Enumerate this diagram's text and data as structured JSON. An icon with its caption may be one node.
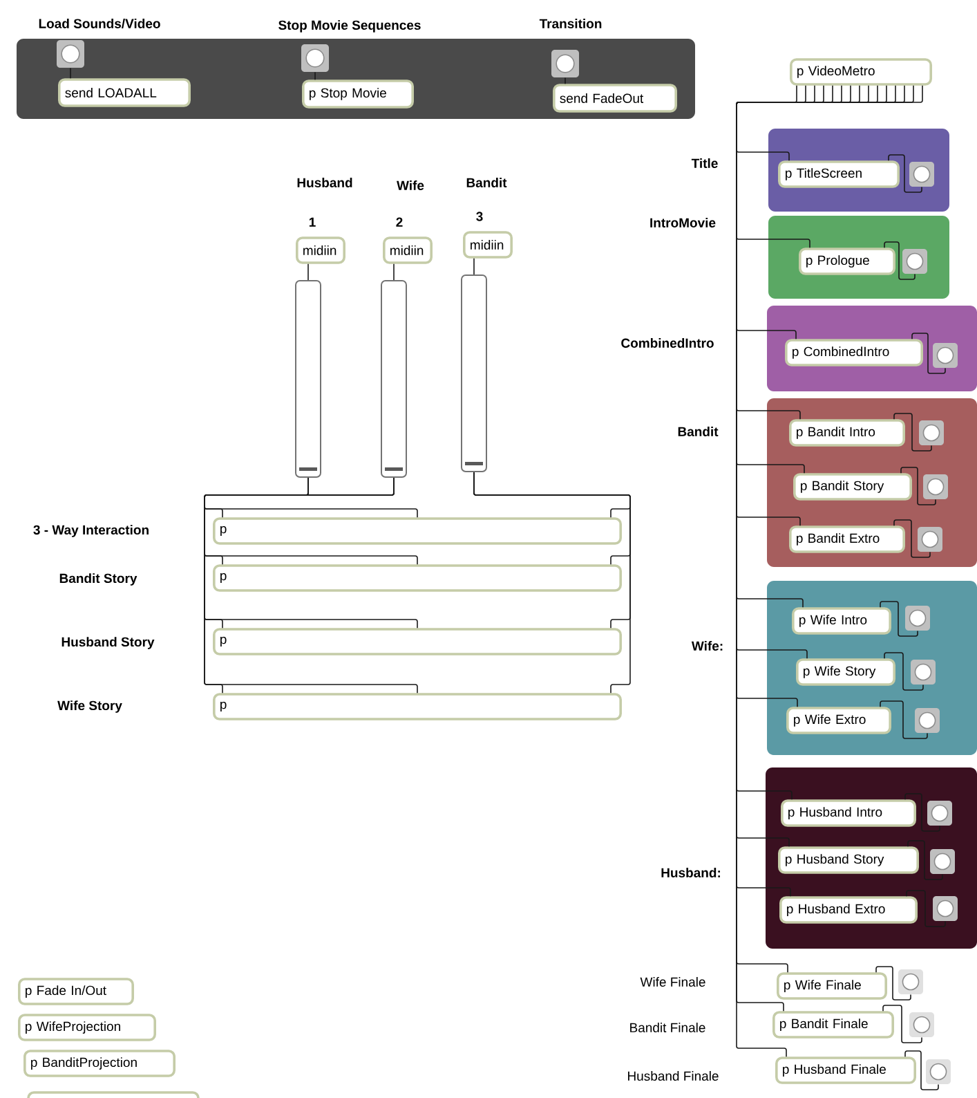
{
  "diagram": {
    "nodes": [
      {
        "text": [],
        "shape": "box"
      },
      {
        "text": [],
        "shape": "button",
        "in": 0
      },
      {
        "text": [
          "send LOADALL"
        ],
        "in": 0
      },
      {
        "text": [],
        "shape": "button",
        "in": 0
      },
      {
        "text": [
          "p Stop Movie"
        ],
        "in": 0
      },
      {
        "text": [],
        "shape": "button",
        "in": 0
      },
      {
        "text": [
          "send FadeOut"
        ],
        "in": 0
      },
      {
        "text": [
          "p VideoMetro"
        ]
      },
      {
        "text": [
          "midiin"
        ],
        "beside": [
          "1"
        ]
      },
      {
        "text": [
          "midiin"
        ],
        "beside": [
          "2"
        ]
      },
      {
        "text": [
          "midiin"
        ],
        "beside": [
          "3"
        ]
      },
      {
        "text": [],
        "shape": "bar"
      },
      {
        "text": [],
        "shape": "bar"
      },
      {
        "text": [],
        "shape": "bar"
      },
      {
        "text": [
          "p"
        ]
      },
      {
        "text": [
          "p"
        ]
      },
      {
        "text": [
          "p"
        ]
      },
      {
        "text": [
          "p"
        ]
      },
      {
        "text": [],
        "shape": "box"
      },
      {
        "text": [
          "p TitleScreen"
        ],
        "in": 18
      },
      {
        "text": [],
        "shape": "button",
        "in": 18
      },
      {
        "text": [],
        "shape": "box"
      },
      {
        "text": [
          "p Prologue"
        ],
        "in": 21
      },
      {
        "text": [],
        "shape": "button",
        "in": 21
      },
      {
        "text": [],
        "shape": "box"
      },
      {
        "text": [
          "p CombinedIntro"
        ],
        "in": 24
      },
      {
        "text": [],
        "shape": "button",
        "in": 24
      },
      {
        "text": [],
        "shape": "box"
      },
      {
        "text": [
          "p Bandit Intro"
        ],
        "in": 27
      },
      {
        "text": [],
        "shape": "button",
        "in": 27
      },
      {
        "text": [
          "p Bandit Story"
        ],
        "in": 27
      },
      {
        "text": [],
        "shape": "button",
        "in": 27
      },
      {
        "text": [
          "p Bandit Extro"
        ],
        "in": 27
      },
      {
        "text": [],
        "shape": "button",
        "in": 27
      },
      {
        "text": [],
        "shape": "box"
      },
      {
        "text": [
          "p Wife Intro"
        ],
        "in": 34
      },
      {
        "text": [],
        "shape": "button",
        "in": 34
      },
      {
        "text": [
          "p Wife Story"
        ],
        "in": 34
      },
      {
        "text": [],
        "shape": "button",
        "in": 34
      },
      {
        "text": [
          "p Wife Extro"
        ],
        "in": 34
      },
      {
        "text": [],
        "shape": "button",
        "in": 34
      },
      {
        "text": [],
        "shape": "box"
      },
      {
        "text": [
          "p Husband Intro"
        ],
        "in": 41
      },
      {
        "text": [],
        "shape": "button",
        "in": 41
      },
      {
        "text": [
          "p Husband Story"
        ],
        "in": 41
      },
      {
        "text": [],
        "shape": "button",
        "in": 41
      },
      {
        "text": [
          "p Husband Extro"
        ],
        "in": 41
      },
      {
        "text": [],
        "shape": "button",
        "in": 41
      },
      {
        "text": [
          "p Wife Finale"
        ]
      },
      {
        "text": [],
        "shape": "button"
      },
      {
        "text": [
          "p Bandit Finale"
        ]
      },
      {
        "text": [],
        "shape": "button"
      },
      {
        "text": [
          "p Husband Finale"
        ]
      },
      {
        "text": [],
        "shape": "button"
      },
      {
        "text": [
          "p Fade In/Out"
        ]
      },
      {
        "text": [
          "p WifeProjection"
        ]
      },
      {
        "text": [
          "p BanditProjection"
        ]
      },
      {
        "text": [],
        "shape": "box"
      }
    ],
    "edges": [
      {
        "from": 1,
        "to": 2,
        "arrow": "none"
      },
      {
        "from": 3,
        "to": 4,
        "arrow": "none"
      },
      {
        "from": 5,
        "to": 6,
        "arrow": "none"
      },
      {
        "from": 8,
        "to": 11,
        "arrow": "none"
      },
      {
        "from": 9,
        "to": 12,
        "arrow": "none"
      },
      {
        "from": 10,
        "to": 13,
        "arrow": "none"
      },
      {
        "from": 11,
        "to": 14,
        "arrow": "none"
      },
      {
        "from": 11,
        "to": 15,
        "arrow": "none"
      },
      {
        "from": 11,
        "to": 16,
        "arrow": "none"
      },
      {
        "from": 11,
        "to": 17,
        "arrow": "none"
      },
      {
        "from": 12,
        "to": 14,
        "arrow": "none"
      },
      {
        "from": 12,
        "to": 15,
        "arrow": "none"
      },
      {
        "from": 12,
        "to": 16,
        "arrow": "none"
      },
      {
        "from": 12,
        "to": 17,
        "arrow": "none"
      },
      {
        "from": 13,
        "to": 14,
        "arrow": "none"
      },
      {
        "from": 13,
        "to": 15,
        "arrow": "none"
      },
      {
        "from": 13,
        "to": 16,
        "arrow": "none"
      },
      {
        "from": 13,
        "to": 17,
        "arrow": "none"
      },
      {
        "from": 7,
        "to": 19,
        "arrow": "none"
      },
      {
        "from": 7,
        "to": 22,
        "arrow": "none"
      },
      {
        "from": 7,
        "to": 25,
        "arrow": "none"
      },
      {
        "from": 7,
        "to": 28,
        "arrow": "none"
      },
      {
        "from": 7,
        "to": 30,
        "arrow": "none"
      },
      {
        "from": 7,
        "to": 32,
        "arrow": "none"
      },
      {
        "from": 7,
        "to": 35,
        "arrow": "none"
      },
      {
        "from": 7,
        "to": 37,
        "arrow": "none"
      },
      {
        "from": 7,
        "to": 39,
        "arrow": "none"
      },
      {
        "from": 7,
        "to": 42,
        "arrow": "none"
      },
      {
        "from": 7,
        "to": 44,
        "arrow": "none"
      },
      {
        "from": 7,
        "to": 46,
        "arrow": "none"
      },
      {
        "from": 7,
        "to": 48,
        "arrow": "none"
      },
      {
        "from": 7,
        "to": 50,
        "arrow": "none"
      },
      {
        "from": 7,
        "to": 52,
        "arrow": "none"
      },
      {
        "from": 20,
        "to": 19,
        "arrow": "none"
      },
      {
        "from": 23,
        "to": 22,
        "arrow": "none"
      },
      {
        "from": 26,
        "to": 25,
        "arrow": "none"
      },
      {
        "from": 29,
        "to": 28,
        "arrow": "none"
      },
      {
        "from": 31,
        "to": 30,
        "arrow": "none"
      },
      {
        "from": 33,
        "to": 32,
        "arrow": "none"
      },
      {
        "from": 36,
        "to": 35,
        "arrow": "none"
      },
      {
        "from": 38,
        "to": 37,
        "arrow": "none"
      },
      {
        "from": 40,
        "to": 39,
        "arrow": "none"
      },
      {
        "from": 43,
        "to": 42,
        "arrow": "none"
      },
      {
        "from": 45,
        "to": 44,
        "arrow": "none"
      },
      {
        "from": 47,
        "to": 46,
        "arrow": "none"
      },
      {
        "from": 49,
        "to": 48,
        "arrow": "none"
      },
      {
        "from": 51,
        "to": 50,
        "arrow": "none"
      },
      {
        "from": 53,
        "to": 52,
        "arrow": "none"
      }
    ],
    "labels": [
      "Load Sounds/Video",
      "Stop Movie Sequences",
      "Transition",
      "Husband",
      "Wife",
      "Bandit",
      "3 - Way Interaction",
      "Bandit Story",
      "Husband Story",
      "Wife Story",
      "Title",
      "IntroMovie",
      "CombinedIntro",
      "Bandit",
      "Wife:",
      "Husband:",
      "Wife Finale",
      "Bandit Finale",
      "Husband Finale"
    ]
  }
}
